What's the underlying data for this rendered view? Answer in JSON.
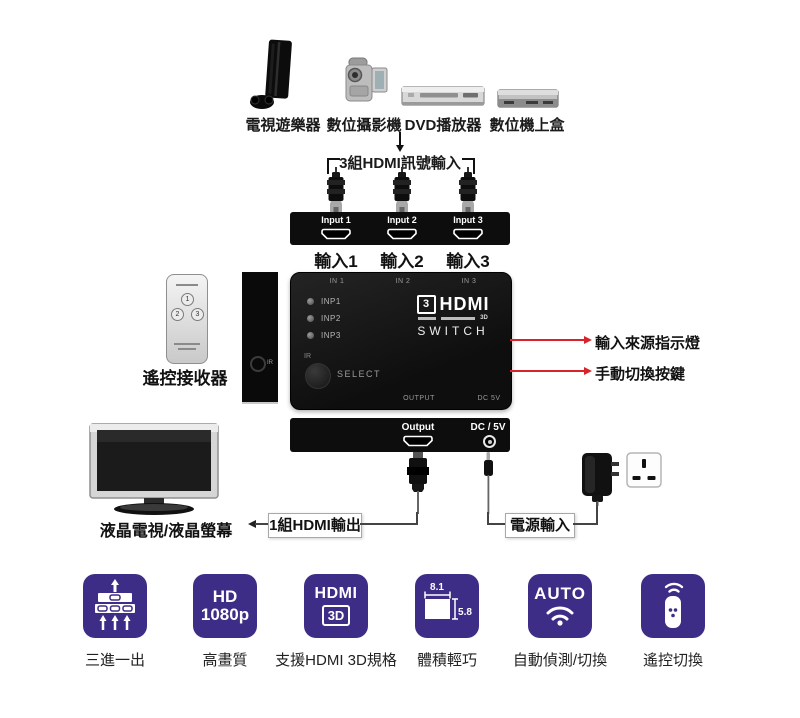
{
  "colors": {
    "accent_purple": "#3e2d86",
    "callout_red": "#d8232a",
    "device_black": "#0d0d0d"
  },
  "source_devices": [
    {
      "icon": "game-console-icon",
      "label": "電視遊樂器"
    },
    {
      "icon": "camcorder-icon",
      "label": "數位攝影機"
    },
    {
      "icon": "dvd-player-icon",
      "label": "DVD播放器"
    },
    {
      "icon": "set-top-box-icon",
      "label": "數位機上盒"
    }
  ],
  "hdmi_input_group_label": "3組HDMI訊號輸入",
  "input_panel": {
    "ports": [
      "Input 1",
      "Input 2",
      "Input 3"
    ]
  },
  "input_labels": [
    "輸入1",
    "輸入2",
    "輸入3"
  ],
  "remote": {
    "label": "遙控接收器",
    "buttons": [
      "1",
      "2",
      "3"
    ]
  },
  "receiver": {
    "ir_label": "IR"
  },
  "switch": {
    "in_labels": [
      "IN 1",
      "IN 2",
      "IN 3"
    ],
    "led_labels": [
      "INP1",
      "INP2",
      "INP3"
    ],
    "ir_label": "IR",
    "select_label": "SELECT",
    "logo": {
      "number": "3",
      "brand": "HDMI",
      "sub": "3D",
      "name": "SWITCH"
    },
    "bottom_labels": [
      "OUTPUT",
      "DC 5V"
    ]
  },
  "callouts": {
    "indicator": "輸入來源指示燈",
    "button": "手動切換按鍵"
  },
  "output_panel": {
    "output_label": "Output",
    "dc_label": "DC / 5V"
  },
  "tv_label": "液晶電視/液晶螢幕",
  "hdmi_out_label": "1組HDMI輸出",
  "power_in_label": "電源輸入",
  "features": [
    {
      "icon": "three-in-one-out-icon",
      "label": "三進一出"
    },
    {
      "icon": "hd-1080p-icon",
      "label": "高畫質",
      "line1": "HD",
      "line2": "1080p"
    },
    {
      "icon": "hdmi-3d-icon",
      "label": "支援HDMI 3D規格",
      "line1": "HDMI",
      "line2": "3D"
    },
    {
      "icon": "compact-size-icon",
      "label": "體積輕巧",
      "dim_w": "8.1",
      "dim_h": "5.8"
    },
    {
      "icon": "auto-detect-icon",
      "label": "自動偵測/切換",
      "text": "AUTO"
    },
    {
      "icon": "remote-control-icon",
      "label": "遙控切換"
    }
  ]
}
